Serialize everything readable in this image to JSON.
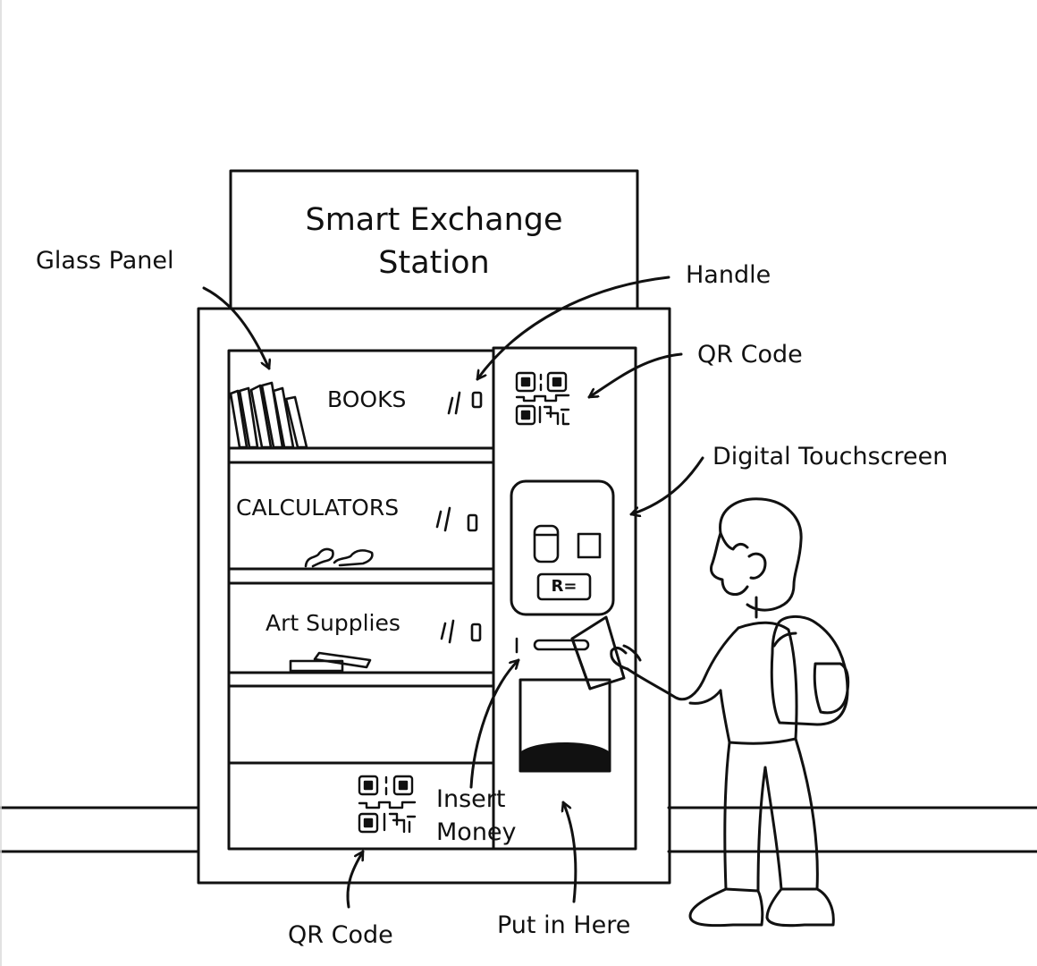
{
  "station": {
    "title_line1": "Smart Exchange",
    "title_line2": "Station"
  },
  "shelves": {
    "books": "BOOKS",
    "calculators": "CALCULATORS",
    "art_supplies": "Art Supplies"
  },
  "callouts": {
    "glass_panel": "Glass Panel",
    "handle": "Handle",
    "qr_code_top": "QR Code",
    "digital_touchscreen": "Digital Touchscreen",
    "insert_money_line1": "Insert",
    "insert_money_line2": "Money",
    "qr_code_bottom": "QR Code",
    "put_in_here": "Put in Here"
  },
  "touchscreen": {
    "id_text": "R="
  },
  "colors": {
    "ink": "#111111",
    "background": "#ffffff"
  }
}
